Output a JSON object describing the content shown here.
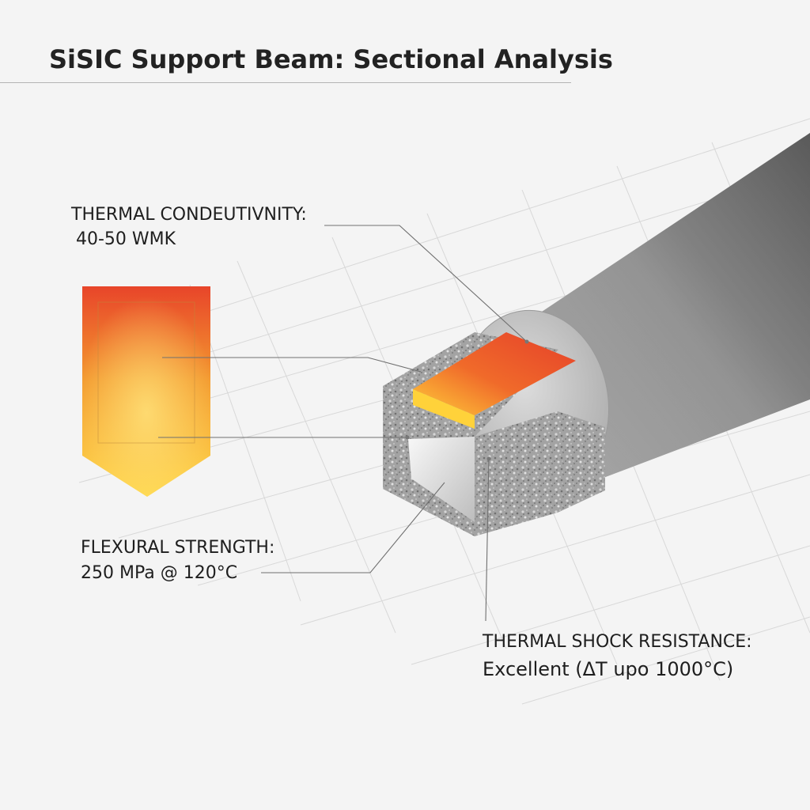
{
  "title": "SiSIC Support Beam: Sectional Analysis",
  "callouts": {
    "thermal_conductivity": {
      "label": "THERMAL CONDEUTIVNITY:",
      "value": "40-50 WMK"
    },
    "flexural_strength": {
      "label": "FLEXURAL STRENGTH:",
      "value": "250 MPa @ 120°C"
    },
    "thermal_shock": {
      "label": "THERMAL SHOCK RESISTANCE:",
      "value": "Excellent (ΔT upo 1000°C)"
    }
  },
  "colors": {
    "background": "#f4f4f4",
    "grid": "#d8d8d8",
    "beam_gray": "#808080",
    "hot_red": "#e8452a",
    "hot_orange": "#f39a2f",
    "hot_yellow": "#ffd84a",
    "leader_line": "#707070"
  }
}
